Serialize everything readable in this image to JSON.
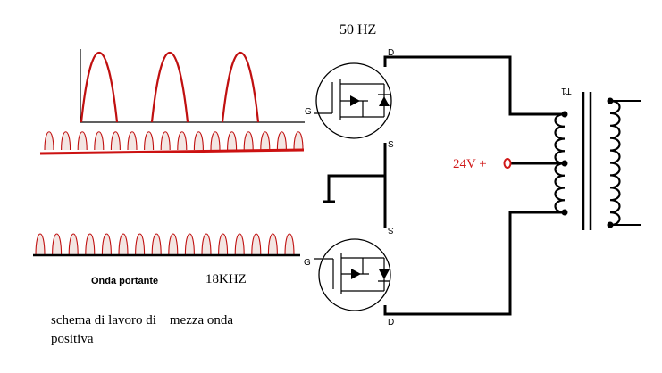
{
  "labels": {
    "freq_50hz": "50 HZ",
    "carrier": "Onda portante",
    "freq_18khz": "18KHZ",
    "caption_line1": "schema di lavoro di    mezza onda",
    "caption_line2": "positiva",
    "supply": "24V +",
    "transformer_mark": "T1"
  },
  "mosfet_top": {
    "gate": "G",
    "drain": "D",
    "source": "S"
  },
  "mosfet_bottom": {
    "gate": "G",
    "drain": "D",
    "source": "S"
  },
  "colors": {
    "wire": "#000000",
    "pwm_red": "#c01010",
    "supply_red": "#d01818",
    "baseline_red": "#cc1111",
    "waveform_fill": "#f3e6e3"
  }
}
